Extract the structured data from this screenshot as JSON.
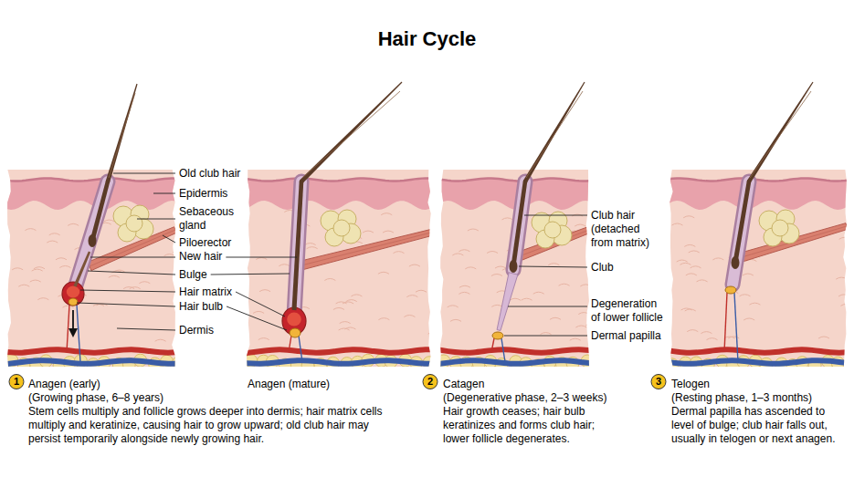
{
  "diagram": {
    "title": "Hair Cycle",
    "labels": [
      "Old club hair",
      "Epidermis",
      "Sebaceous gland",
      "Piloerector",
      "New hair",
      "Bulge",
      "Hair matrix",
      "Hair bulb",
      "Dermis",
      "Club hair (detached from matrix)",
      "Club",
      "Degeneration of lower follicle",
      "Dermal papilla",
      "1",
      "Anagen (early)",
      "(Growing phase, 6–8 years)",
      "Stem cells multiply and follicle grows deeper into dermis; hair matrix cells multiply and keratinize, causing hair to grow upward; old club hair may persist temporarily alongside newly growing hair.",
      "Anagen (mature)",
      "2",
      "Catagen",
      "(Degenerative phase, 2–3 weeks)",
      "Hair growth ceases; hair bulb keratinizes and forms club hair; lower follicle degenerates.",
      "3",
      "Telogen",
      "(Resting phase, 1–3 months)",
      "Dermal papilla has ascended to level of bulge; club hair falls out, usually in telogen or next anagen."
    ]
  }
}
